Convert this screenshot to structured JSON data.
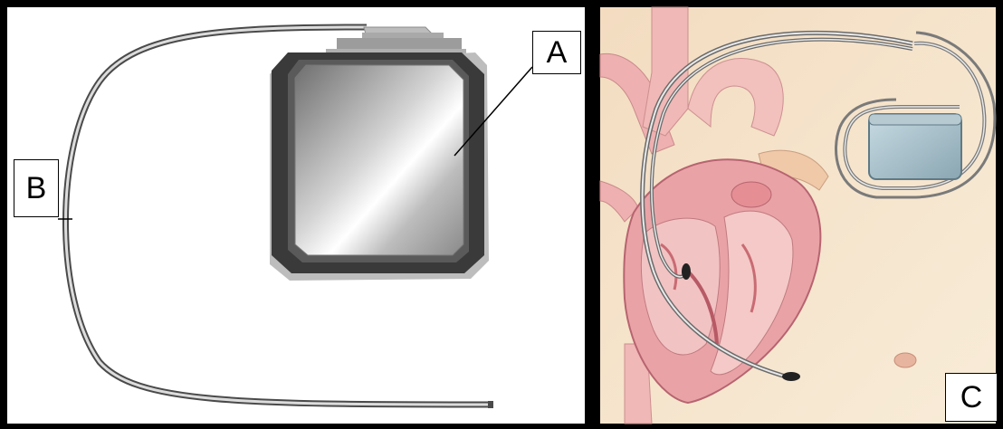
{
  "labels": {
    "a": "A",
    "b": "B",
    "c": "C"
  },
  "colors": {
    "frame": "#000000",
    "panel_left_bg": "#ffffff",
    "panel_right_bg": "#f6e6cc",
    "heart_tissue": "#e9a3a6",
    "heart_dark": "#c96b73",
    "vessel": "#f3c0bf",
    "device_body": "#9fb8c2"
  }
}
